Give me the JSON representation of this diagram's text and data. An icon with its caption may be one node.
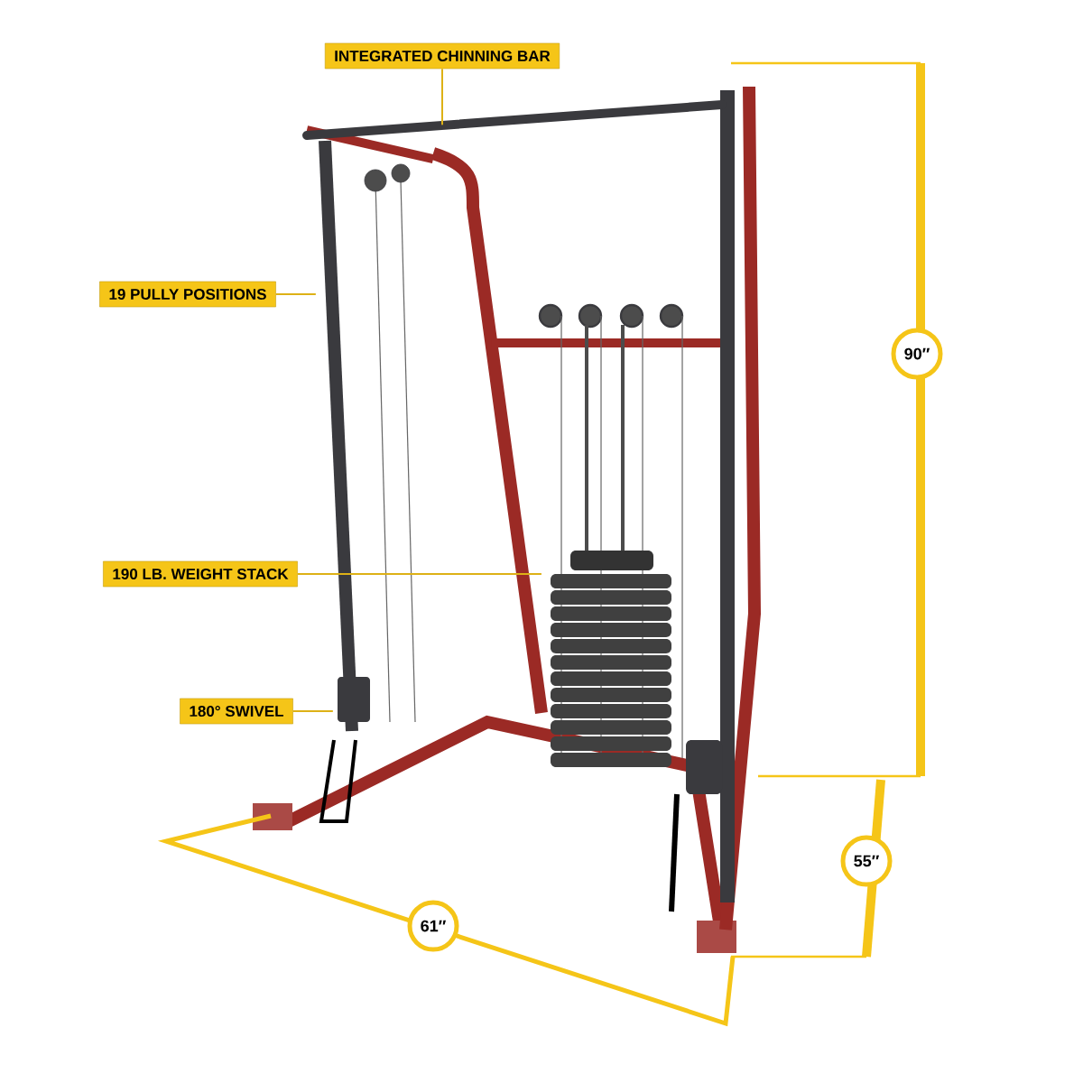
{
  "diagram": {
    "nodes": [
      {
        "text": [
          "INTEGRATED CHINNING BAR"
        ]
      },
      {
        "text": [
          "19 PULLY POSITIONS"
        ]
      },
      {
        "text": [
          "190 LB. WEIGHT STACK"
        ]
      },
      {
        "text": [
          "180° SWIVEL"
        ]
      }
    ],
    "edges": [
      {
        "from": 0,
        "to": null,
        "arrow": "none"
      },
      {
        "from": 1,
        "to": null,
        "arrow": "none"
      },
      {
        "from": 2,
        "to": null,
        "arrow": "none"
      },
      {
        "from": 3,
        "to": null,
        "arrow": "none"
      }
    ],
    "labels": [
      "90″",
      "55″",
      "61″"
    ]
  }
}
